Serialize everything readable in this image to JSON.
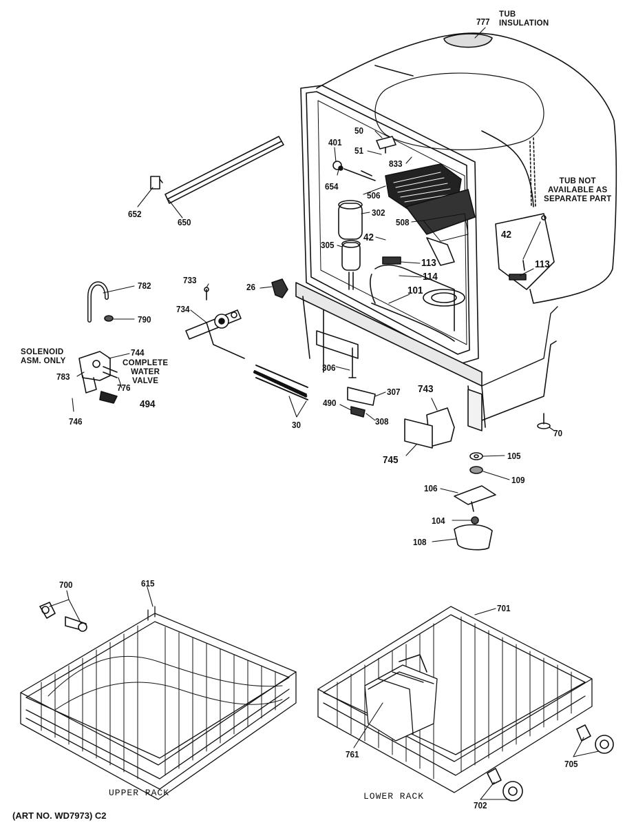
{
  "labels": {
    "l777": "777",
    "l50": "50",
    "l51": "51",
    "l401": "401",
    "l833": "833",
    "l654": "654",
    "l506": "506",
    "l302": "302",
    "l508": "508",
    "l42a": "42",
    "l305": "305",
    "l113a": "113",
    "l114": "114",
    "l101": "101",
    "l42b": "42",
    "l113b": "113",
    "l652": "652",
    "l650": "650",
    "l782": "782",
    "l733": "733",
    "l26": "26",
    "l734": "734",
    "l790": "790",
    "l744": "744",
    "l783": "783",
    "l776": "776",
    "l494": "494",
    "l746": "746",
    "l306": "306",
    "l307": "307",
    "l490": "490",
    "l308": "308",
    "l30": "30",
    "l743": "743",
    "l745": "745",
    "l70": "70",
    "l105": "105",
    "l109": "109",
    "l106": "106",
    "l104": "104",
    "l108": "108",
    "l700": "700",
    "l615": "615",
    "l701": "701",
    "l761": "761",
    "l705": "705",
    "l702": "702"
  },
  "notes": {
    "tub_insulation": [
      "TUB",
      "INSULATION"
    ],
    "tub_not_available": [
      "TUB NOT",
      "AVAILABLE AS",
      "SEPARATE PART"
    ],
    "solenoid": [
      "SOLENOID",
      "ASM. ONLY"
    ],
    "complete_valve": [
      "COMPLETE",
      "WATER",
      "VALVE"
    ]
  },
  "captions": {
    "upper_rack": "UPPER RACK",
    "lower_rack": "LOWER RACK",
    "art_no": "(ART NO. WD7973) C2"
  }
}
